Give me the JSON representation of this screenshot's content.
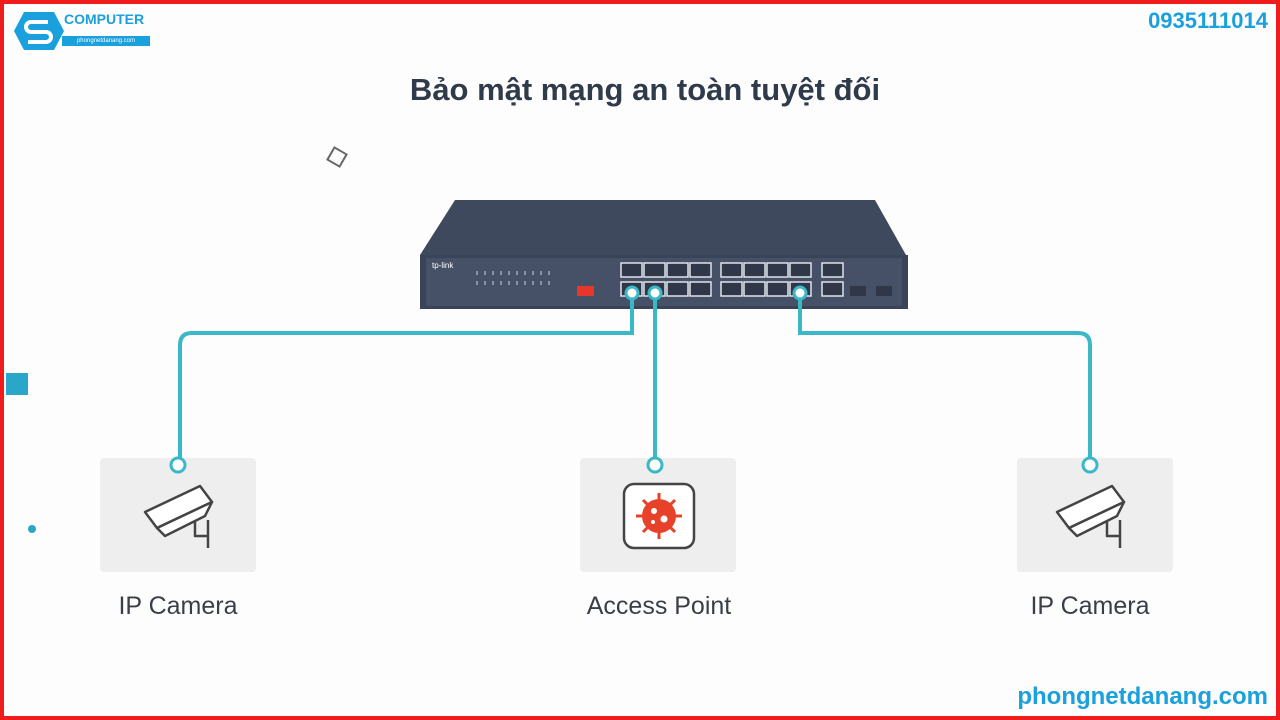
{
  "logo": {
    "text": "COMPUTER",
    "sub": "phongnetdanang.com",
    "colors": {
      "brand": "#1aa0dc"
    }
  },
  "phone": "0935111014",
  "title": "Bảo mật mạng an toàn tuyệt đối",
  "switch": {
    "brand_text": "tp-link",
    "body_color": "#3a4458"
  },
  "link_color": "#3bb8c8",
  "devices": [
    {
      "label": "IP Camera",
      "icon": "security-camera-icon"
    },
    {
      "label": "Access Point",
      "icon": "virus-shield-icon"
    },
    {
      "label": "IP Camera",
      "icon": "security-camera-icon"
    }
  ],
  "website": "phongnetdanang.com"
}
